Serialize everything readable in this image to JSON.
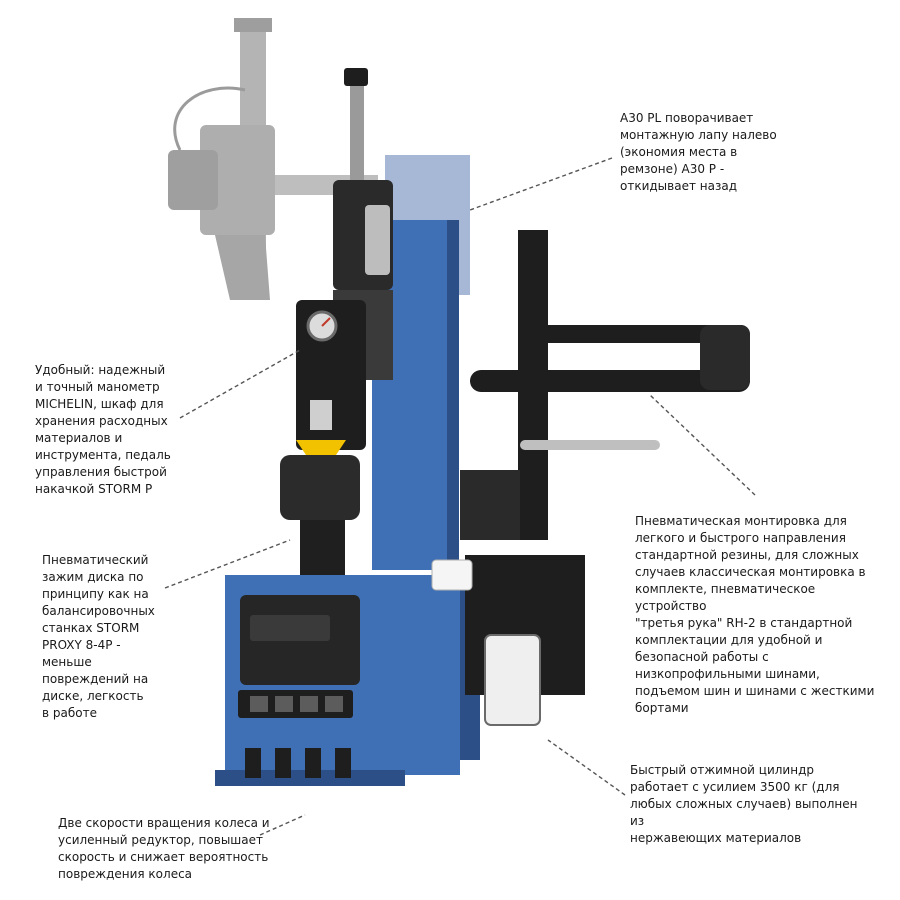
{
  "colors": {
    "machine_blue": "#3f6fb5",
    "machine_blue_dark": "#2c4f87",
    "machine_black": "#1e1e1e",
    "arm_gray": "#9a9a9a",
    "accent_yellow": "#f2c200",
    "leader_line": "#555555"
  },
  "icons": [
    "pressure-gauge-icon",
    "control-buttons-icon",
    "foot-pedal-icon"
  ],
  "callouts": {
    "mounting_arm": "A30 PL поворачивает\nмонтажную лапу налево\n(экономия места в\nремзоне) A30 P -\nоткидывает назад",
    "gauge": "Удобный: надежный\nи точный манометр\nMICHELIN, шкаф для\nхранения расходных\nматериалов и\nинструмента, педаль\nуправления быстрой\nнакачкой STORM P",
    "clamp": "Пневматический\nзажим диска по\nпринципу как на\nбалансировочных\nстанках STORM\nPROXY 8-4P -\nменьше\nповреждений на\nдиске, легкость\nв работе",
    "pneumatic_mount": "Пневматическая монтировка для\nлегкого и быстрого направления\nстандартной резины, для сложных\nслучаев классическая монтировка в\nкомплекте, пневматическое устройство\n\"третья рука\" RH-2 в стандартной\nкомплектации для удобной и\nбезопасной работы с\nнизкопрофильными шинами,\nподъемом шин и шинами с жесткими\nбортами",
    "bead_breaker": "Быстрый отжимной цилиндр\nработает с усилием 3500 кг (для\nлюбых сложных случаев) выполнен из\nнержавеющих материалов",
    "speed": "Две скорости вращения колеса и\nусиленный редуктор, повышает\nскорость и снижает вероятность\nповреждения колеса"
  }
}
